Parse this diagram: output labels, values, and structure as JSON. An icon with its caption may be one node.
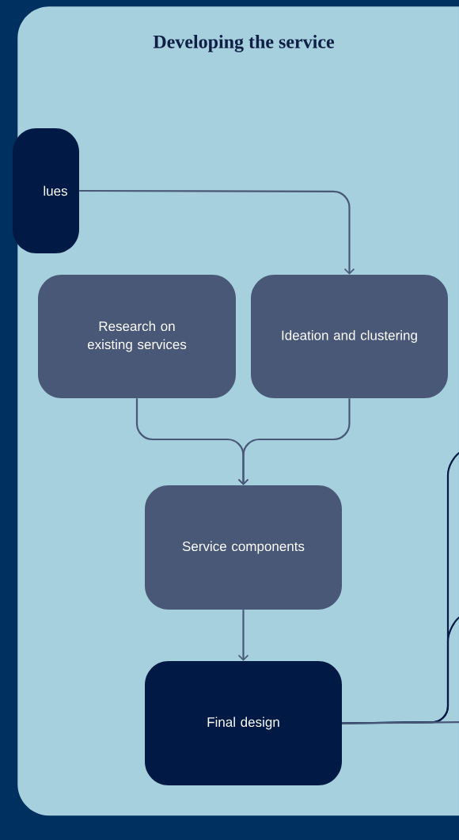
{
  "diagram": {
    "nodes": [
      {
        "text": [
          "Developing the service"
        ]
      },
      {
        "text": [
          "lues"
        ]
      },
      {
        "text": [
          "Research on existing services"
        ],
        "in": 0
      },
      {
        "text": [
          "Ideation and clustering"
        ],
        "in": 0
      },
      {
        "text": [
          "Service components"
        ],
        "in": 0
      },
      {
        "text": [
          "Final design"
        ],
        "in": 0
      }
    ],
    "edges": [
      {
        "from": 1,
        "to": 3,
        "arrow": "to"
      },
      {
        "from": 2,
        "to": 4,
        "arrow": "to"
      },
      {
        "from": 3,
        "to": 4,
        "arrow": "to"
      },
      {
        "from": 4,
        "to": 5,
        "arrow": "to"
      },
      {
        "from": 5,
        "to": null,
        "arrow": "none",
        "color": "#001a45"
      },
      {
        "from": 5,
        "to": null,
        "arrow": "none",
        "color": "#001a45"
      },
      {
        "from": 5,
        "to": null,
        "arrow": "none"
      }
    ]
  }
}
